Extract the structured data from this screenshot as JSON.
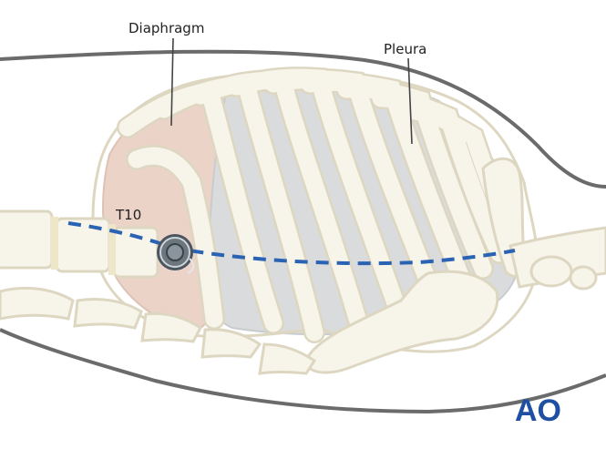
{
  "labels": {
    "diaphragm": "Diaphragm",
    "pleura": "Pleura",
    "vertebra": "T10"
  },
  "logo": {
    "text": "AO",
    "color": "#1f4fa3"
  },
  "colors": {
    "bone_fill": "#f7f4e9",
    "bone_outline": "#ddd7c2",
    "skin_outline": "#6b6b6b",
    "lung_fill": "#d9dbdc",
    "diaphragm_fill": "#ecd3c8",
    "dashed_line": "#2a62b4",
    "port_dark": "#4a5560",
    "port_light": "#8a949c"
  }
}
